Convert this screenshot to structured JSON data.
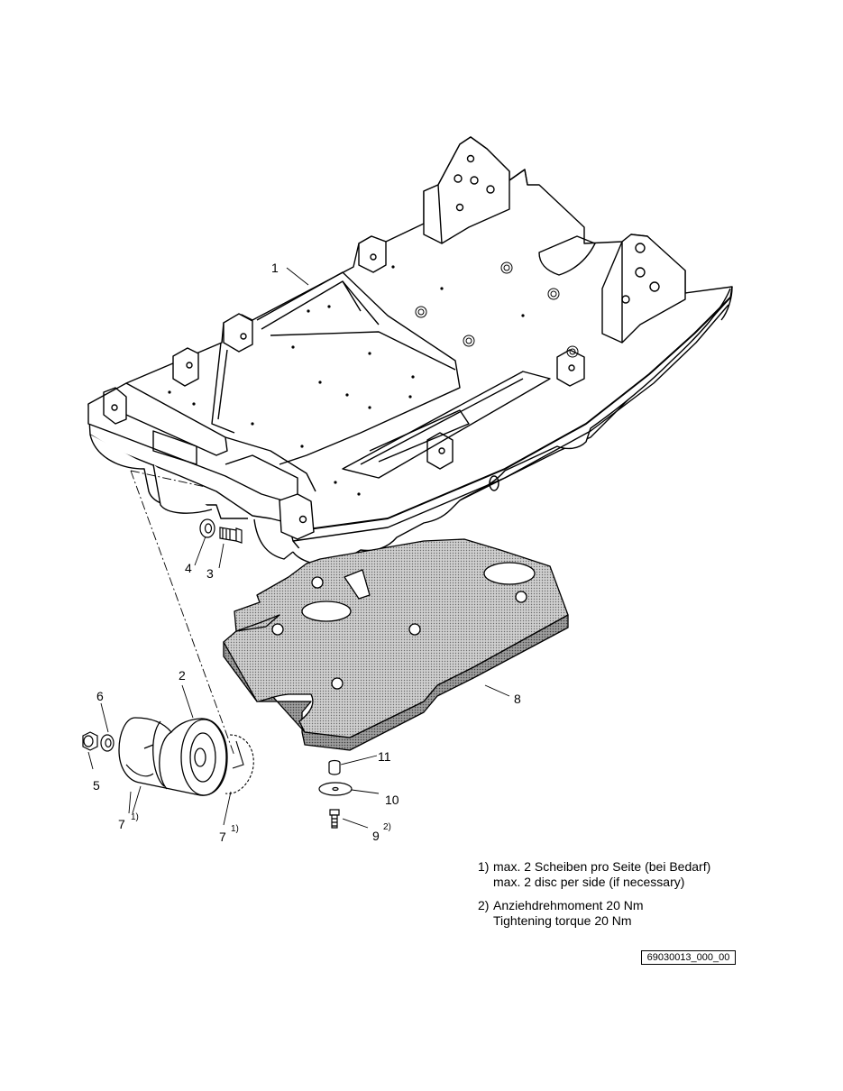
{
  "callouts": {
    "c1": "1",
    "c2": "2",
    "c3": "3",
    "c4": "4",
    "c5": "5",
    "c6": "6",
    "c7a": "7",
    "c7a_sup": "1)",
    "c7b": "7",
    "c7b_sup": "1)",
    "c8": "8",
    "c9": "9",
    "c9_sup": "2)",
    "c10": "10",
    "c11": "11"
  },
  "notes": [
    {
      "num": "1)",
      "line1": "max. 2 Scheiben pro Seite (bei Bedarf)",
      "line2": "max. 2 disc per side (if necessary)"
    },
    {
      "num": "2)",
      "line1": "Anziehdrehmoment 20 Nm",
      "line2": "Tightening torque 20 Nm"
    }
  ],
  "drawing_ref": "69030013_000_00",
  "colors": {
    "line": "#000000",
    "plate_fill": "#bdbdbd",
    "plate_side": "#8a8a8a"
  }
}
